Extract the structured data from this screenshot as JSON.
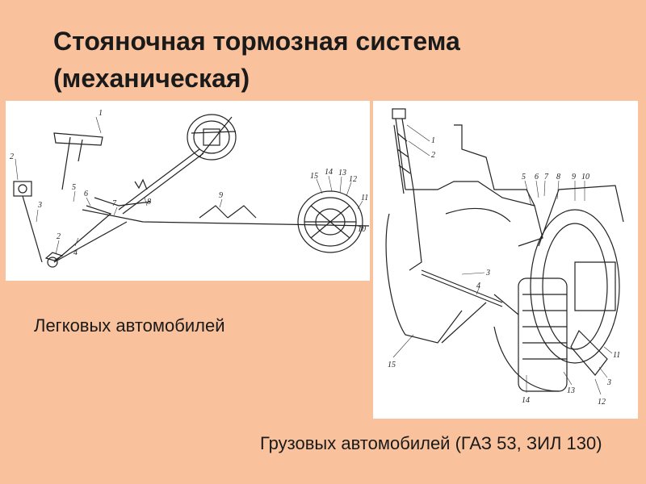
{
  "slide": {
    "title_line1": "Стояночная тормозная система",
    "title_line2": "(механическая)"
  },
  "captions": {
    "car": "Легковых автомобилей",
    "truck": "Грузовых автомобилей (ГАЗ 53, ЗИЛ 130)"
  },
  "diagram_car": {
    "callouts": [
      "1",
      "2",
      "3",
      "2",
      "4",
      "5",
      "6",
      "7",
      "8",
      "9",
      "15",
      "14",
      "13",
      "12",
      "11",
      "10"
    ]
  },
  "diagram_truck": {
    "callouts": [
      "1",
      "2",
      "5",
      "6",
      "7",
      "8",
      "9",
      "10",
      "3",
      "4",
      "15",
      "14",
      "13",
      "12",
      "11",
      "3"
    ]
  },
  "colors": {
    "background": "#f9c29c",
    "panel": "#ffffff",
    "ink": "#1a1a1a"
  }
}
